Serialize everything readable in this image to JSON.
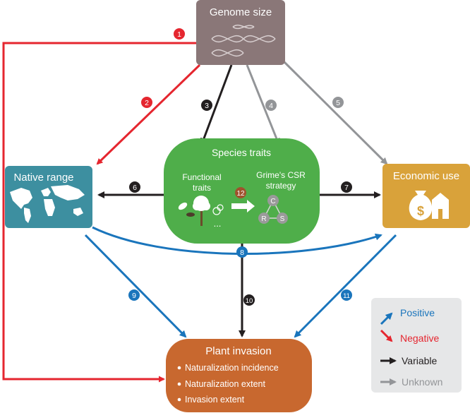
{
  "nodes": {
    "genome": {
      "title": "Genome size"
    },
    "native": {
      "title": "Native range"
    },
    "species": {
      "title": "Species traits",
      "functional_line1": "Functional",
      "functional_line2": "traits",
      "ellipsis": "...",
      "grime_line1": "Grime's CSR",
      "grime_line2": "strategy",
      "csr": {
        "c": "C",
        "r": "R",
        "s": "S"
      }
    },
    "economic": {
      "title": "Economic use"
    },
    "invasion": {
      "title": "Plant invasion",
      "items": [
        "Naturalization incidence",
        "Naturalization extent",
        "Invasion extent"
      ]
    }
  },
  "paths": {
    "p1": "1",
    "p2": "2",
    "p3": "3",
    "p4": "4",
    "p5": "5",
    "p6": "6",
    "p7": "7",
    "p8": "8",
    "p9": "9",
    "p10": "10",
    "p11": "11",
    "p12": "12"
  },
  "legend": {
    "positive": "Positive",
    "negative": "Negative",
    "variable": "Variable",
    "unknown": "Unknown"
  },
  "colors": {
    "positive": "#1a75bc",
    "negative": "#e5262f",
    "variable": "#231f20",
    "unknown": "#939598",
    "genome_box": "#8a7778",
    "native_box": "#3d8fa0",
    "species_box": "#4fae4a",
    "economic_box": "#d9a23a",
    "invasion_box": "#c8682f",
    "path12_badge": "#a0522d"
  },
  "icons": {
    "genome": "dna-icon",
    "native": "world-map-icon",
    "economic": "money-bag-house-icon",
    "functional": "plant-traits-icon",
    "grime": "csr-triangle-icon"
  }
}
